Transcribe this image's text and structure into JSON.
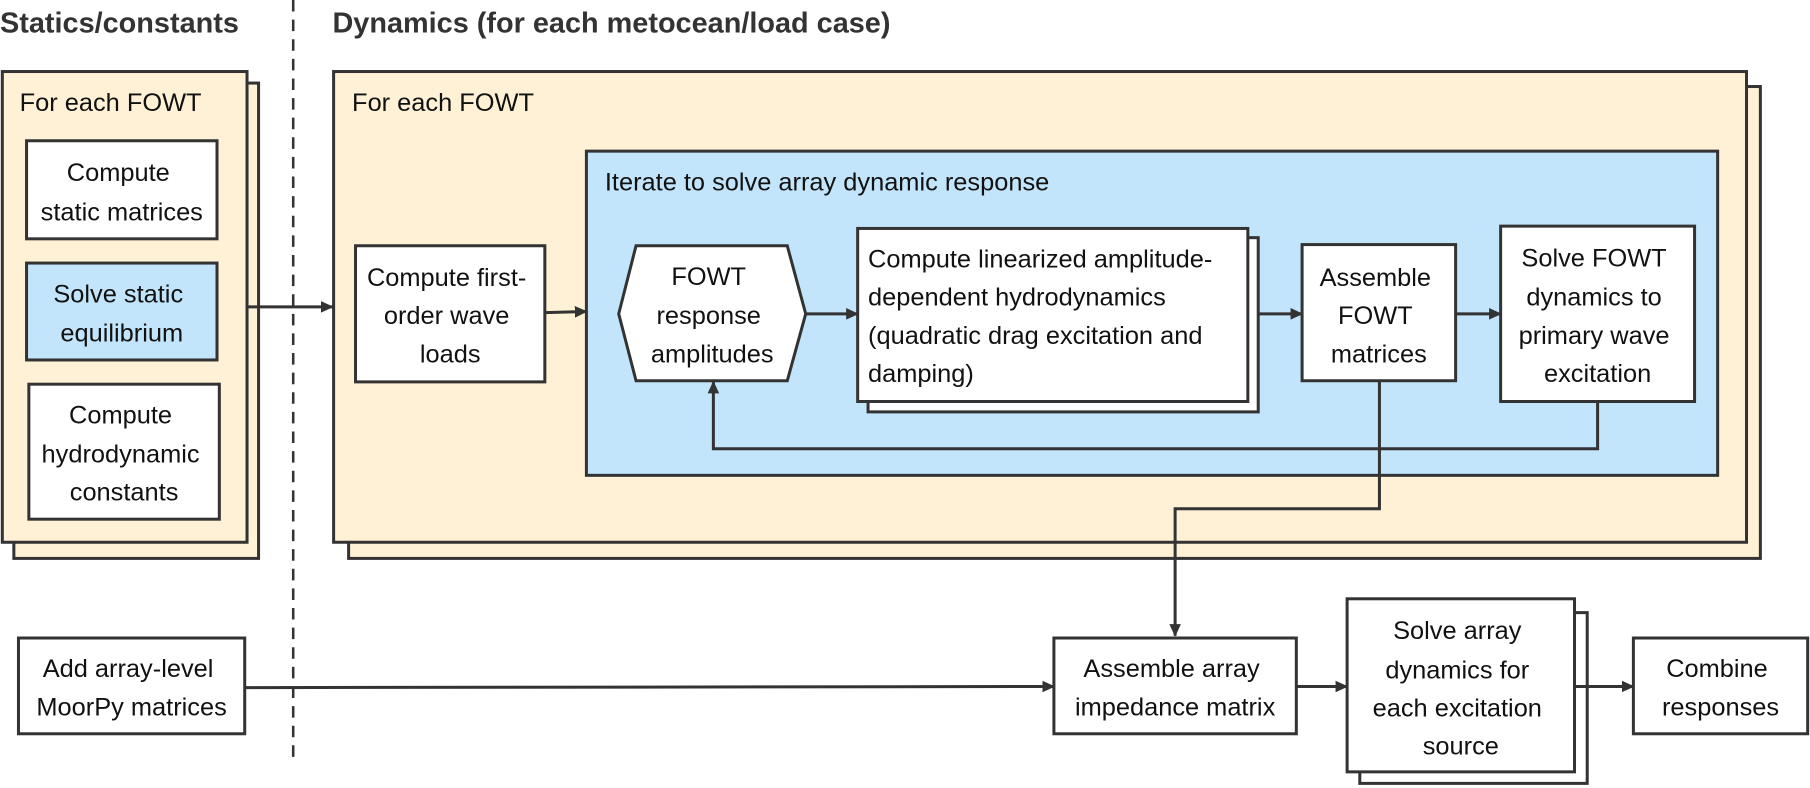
{
  "headers": {
    "statics": "Statics/constants",
    "dynamics": "Dynamics (for each metocean/load case)"
  },
  "statics_group": {
    "label": "For each FOWT",
    "boxes": [
      {
        "lines": [
          "Compute",
          "static matrices"
        ]
      },
      {
        "lines": [
          "Solve static",
          "equilibrium"
        ]
      },
      {
        "lines": [
          "Compute",
          "hydrodynamic",
          "constants"
        ]
      }
    ]
  },
  "dynamics_group": {
    "label": "For each FOWT",
    "first_order": {
      "lines": [
        "Compute first-",
        "order wave",
        "loads"
      ]
    },
    "iterate": {
      "label": "Iterate to solve array dynamic response",
      "response_amplitudes": {
        "lines": [
          "FOWT",
          "response",
          "amplitudes"
        ]
      },
      "linearized": {
        "lines": [
          "Compute linearized amplitude-",
          "dependent hydrodynamics",
          "(quadratic drag excitation and",
          "damping)"
        ]
      },
      "assemble_fowt": {
        "lines": [
          "Assemble",
          "FOWT",
          "matrices"
        ]
      },
      "solve_fowt": {
        "lines": [
          "Solve FOWT",
          "dynamics to",
          "primary wave",
          "excitation"
        ]
      }
    }
  },
  "bottom_row": {
    "moorpy": {
      "lines": [
        "Add array-level",
        "MoorPy matrices"
      ]
    },
    "impedance": {
      "lines": [
        "Assemble array",
        "impedance matrix"
      ]
    },
    "solve_array": {
      "lines": [
        "Solve array",
        "dynamics for",
        "each excitation",
        "source"
      ]
    },
    "combine": {
      "lines": [
        "Combine",
        "responses"
      ]
    }
  },
  "colors": {
    "group_fill": "#fef1d5",
    "highlight_fill": "#c2e5fc",
    "stroke": "#333333"
  }
}
